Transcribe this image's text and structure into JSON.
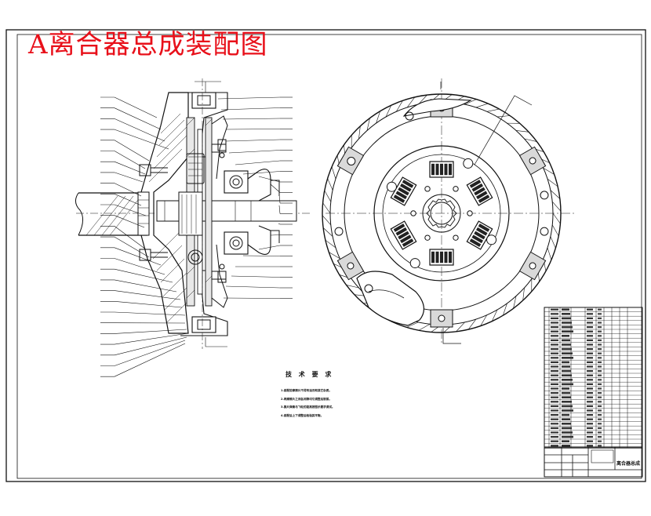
{
  "drawing": {
    "title": "A离合器总成装配图"
  },
  "technical_requirements": {
    "heading": "技 术 要 求",
    "lines": [
      "1.装配前摩擦片不得有油污和其它杂质。",
      "2.两摩擦片之间各间隙均匀调整后锁紧。",
      "3.膜片弹簧与飞轮的距离按图示要求调试。",
      "4.装配后上下调整后检验其平衡。"
    ]
  },
  "title_block": {
    "name": "离合器总成"
  },
  "colors": {
    "title_red": "#e8101a",
    "line": "#111111"
  }
}
